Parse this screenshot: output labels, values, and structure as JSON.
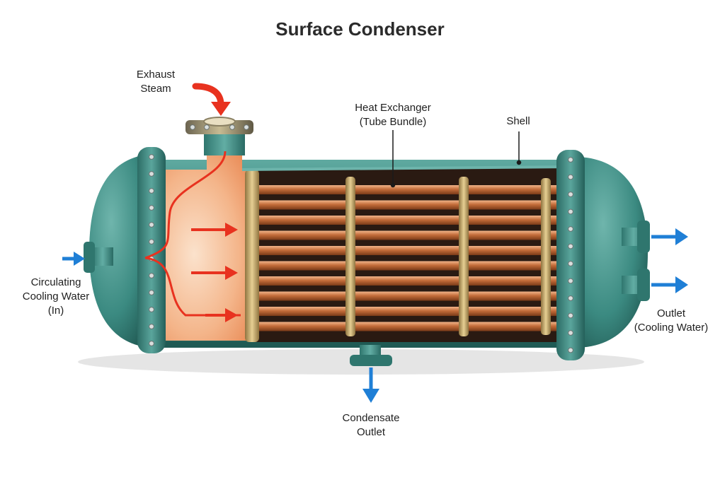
{
  "title": "Surface Condenser",
  "labels": {
    "exhaust_steam": [
      "Exhaust",
      "Steam"
    ],
    "tube_bundle": [
      "Heat Exchanger",
      "(Tube Bundle)"
    ],
    "shell": [
      "Shell"
    ],
    "cooling_in": [
      "Circulating",
      "Cooling Water",
      "(In)"
    ],
    "outlet": [
      "Outlet",
      "(Cooling Water)"
    ],
    "condensate": [
      "Condensate",
      "Outlet"
    ]
  },
  "colors": {
    "shell": "#3f8f86",
    "shell_dark": "#25605a",
    "steam": "#e8321f",
    "water": "#1f7fd6",
    "copper": "#c0703f",
    "brass": "#c9ad72"
  }
}
